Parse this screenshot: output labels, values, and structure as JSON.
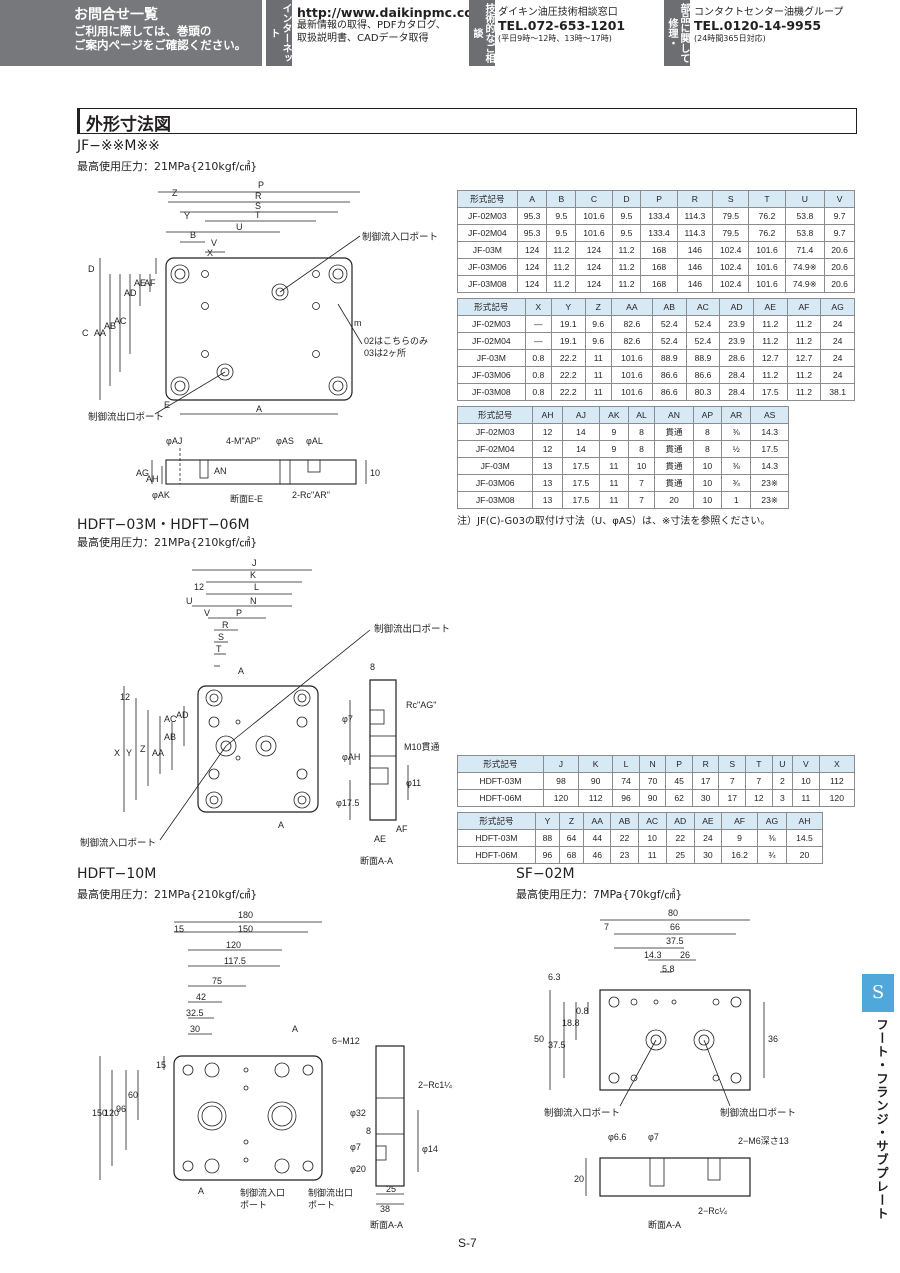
{
  "header": {
    "title": "お問合せ一覧",
    "subtitle1": "ご利用に際しては、巻頭の",
    "subtitle2": "ご案内ページをご確認ください。",
    "internet_tag": "インターネット",
    "url": "http://www.daikinpmc.com",
    "url_desc1": "最新情報の取得、PDFカタログ、",
    "url_desc2": "取扱説明書、CADデータ取得",
    "tech_tag": "技術的なご相談",
    "tech_name": "ダイキン油圧技術相談窓口",
    "tech_tel": "TEL.072-653-1201",
    "tech_hours": "(平日9時〜12時、13時〜17時)",
    "parts_tag": "部品に関して修理・",
    "parts_name": "コンタクトセンター油機グループ",
    "parts_tel": "TEL.0120-14-9955",
    "parts_hours": "(24時間365日対応)"
  },
  "section_title": "外形寸法図",
  "jf": {
    "model": "JF−※※M※※",
    "pressure": "最高使用圧力：21MPa{210kgf/㎠}",
    "labels": {
      "inlet": "制御流入口ポート",
      "outlet": "制御流出口ポート",
      "note1": "02はこちらのみ",
      "note2": "03は2ヶ所",
      "section": "断面E-E",
      "tap": "4-M\"AP\"",
      "rc": "2-Rc\"AR\"",
      "dim_p": "P",
      "dim_r": "R",
      "dim_s": "S",
      "dim_t": "T",
      "dim_z": "Z",
      "dim_y": "Y",
      "dim_u": "U",
      "dim_b": "B",
      "dim_v": "V",
      "dim_x": "X",
      "dim_d": "D",
      "dim_c": "C",
      "dim_aa": "AA",
      "dim_ab": "AB",
      "dim_ac": "AC",
      "dim_ad": "AD",
      "dim_ae": "AE",
      "dim_af": "AF",
      "dim_a": "A",
      "dim_e": "E",
      "dim_m": "m",
      "phi_aj": "φAJ",
      "phi_as": "φAS",
      "phi_al": "φAL",
      "phi_ak": "φAK",
      "dim_ag": "AG",
      "dim_ah": "AH",
      "dim_an": "AN",
      "dim_10": "10"
    },
    "table1": {
      "head": [
        "形式記号",
        "A",
        "B",
        "C",
        "D",
        "P",
        "R",
        "S",
        "T",
        "U",
        "V"
      ],
      "rows": [
        [
          "JF-02M03",
          "95.3",
          "9.5",
          "101.6",
          "9.5",
          "133.4",
          "114.3",
          "79.5",
          "76.2",
          "53.8",
          "9.7"
        ],
        [
          "JF-02M04",
          "95.3",
          "9.5",
          "101.6",
          "9.5",
          "133.4",
          "114.3",
          "79.5",
          "76.2",
          "53.8",
          "9.7"
        ],
        [
          "JF-03M",
          "124",
          "11.2",
          "124",
          "11.2",
          "168",
          "146",
          "102.4",
          "101.6",
          "71.4",
          "20.6"
        ],
        [
          "JF-03M06",
          "124",
          "11.2",
          "124",
          "11.2",
          "168",
          "146",
          "102.4",
          "101.6",
          "74.9※",
          "20.6"
        ],
        [
          "JF-03M08",
          "124",
          "11.2",
          "124",
          "11.2",
          "168",
          "146",
          "102.4",
          "101.6",
          "74.9※",
          "20.6"
        ]
      ]
    },
    "table2": {
      "head": [
        "形式記号",
        "X",
        "Y",
        "Z",
        "AA",
        "AB",
        "AC",
        "AD",
        "AE",
        "AF",
        "AG"
      ],
      "rows": [
        [
          "JF-02M03",
          "—",
          "19.1",
          "9.6",
          "82.6",
          "52.4",
          "52.4",
          "23.9",
          "11.2",
          "11.2",
          "24"
        ],
        [
          "JF-02M04",
          "—",
          "19.1",
          "9.6",
          "82.6",
          "52.4",
          "52.4",
          "23.9",
          "11.2",
          "11.2",
          "24"
        ],
        [
          "JF-03M",
          "0.8",
          "22.2",
          "11",
          "101.6",
          "88.9",
          "88.9",
          "28.6",
          "12.7",
          "12.7",
          "24"
        ],
        [
          "JF-03M06",
          "0.8",
          "22.2",
          "11",
          "101.6",
          "86.6",
          "86.6",
          "28.4",
          "11.2",
          "11.2",
          "24"
        ],
        [
          "JF-03M08",
          "0.8",
          "22.2",
          "11",
          "101.6",
          "86.6",
          "80.3",
          "28.4",
          "17.5",
          "11.2",
          "38.1"
        ]
      ]
    },
    "table3": {
      "head": [
        "形式記号",
        "AH",
        "AJ",
        "AK",
        "AL",
        "AN",
        "AP",
        "AR",
        "AS"
      ],
      "rows": [
        [
          "JF-02M03",
          "12",
          "14",
          "9",
          "8",
          "貫通",
          "8",
          "⅜",
          "14.3"
        ],
        [
          "JF-02M04",
          "12",
          "14",
          "9",
          "8",
          "貫通",
          "8",
          "½",
          "17.5"
        ],
        [
          "JF-03M",
          "13",
          "17.5",
          "11",
          "10",
          "貫通",
          "10",
          "⅜",
          "14.3"
        ],
        [
          "JF-03M06",
          "13",
          "17.5",
          "11",
          "7",
          "貫通",
          "10",
          "¾",
          "23※"
        ],
        [
          "JF-03M08",
          "13",
          "17.5",
          "11",
          "7",
          "20",
          "10",
          "1",
          "23※"
        ]
      ]
    },
    "note": "注）JF(C)-G03の取付け寸法（U、φAS）は、※寸法を参照ください。"
  },
  "hdft": {
    "model": "HDFT−03M・HDFT−06M",
    "pressure": "最高使用圧力：21MPa{210kgf/㎠}",
    "labels": {
      "outlet": "制御流出口ポート",
      "inlet": "制御流入口ポート",
      "rc": "Rc\"AG\"",
      "m10": "M10貫通",
      "section": "断面A-A",
      "dim_j": "J",
      "dim_k": "K",
      "dim_l": "L",
      "dim_n": "N",
      "dim_u": "U",
      "dim_12": "12",
      "dim_v": "V",
      "dim_p": "P",
      "dim_r": "R",
      "dim_s": "S",
      "dim_t": "T",
      "dim_a": "A",
      "dim_x": "X",
      "dim_y": "Y",
      "dim_z": "Z",
      "dim_aa": "AA",
      "dim_ab": "AB",
      "dim_ac": "AC",
      "dim_ad": "AD",
      "dim_8": "8",
      "phi_7": "φ7",
      "phi_ah": "φAH",
      "phi_11": "φ11",
      "phi_175": "φ17.5",
      "dim_ae": "AE",
      "dim_af": "AF",
      "dim_12v": "12"
    },
    "table1": {
      "head": [
        "形式記号",
        "J",
        "K",
        "L",
        "N",
        "P",
        "R",
        "S",
        "T",
        "U",
        "V",
        "X"
      ],
      "rows": [
        [
          "HDFT-03M",
          "98",
          "90",
          "74",
          "70",
          "45",
          "17",
          "7",
          "7",
          "2",
          "10",
          "112"
        ],
        [
          "HDFT-06M",
          "120",
          "112",
          "96",
          "90",
          "62",
          "30",
          "17",
          "12",
          "3",
          "11",
          "120"
        ]
      ]
    },
    "table2": {
      "head": [
        "形式記号",
        "Y",
        "Z",
        "AA",
        "AB",
        "AC",
        "AD",
        "AE",
        "AF",
        "AG",
        "AH"
      ],
      "rows": [
        [
          "HDFT-03M",
          "88",
          "64",
          "44",
          "22",
          "10",
          "22",
          "24",
          "9",
          "⅜",
          "14.5"
        ],
        [
          "HDFT-06M",
          "96",
          "68",
          "46",
          "23",
          "11",
          "25",
          "30",
          "16.2",
          "¾",
          "20"
        ]
      ]
    }
  },
  "hdft10": {
    "model": "HDFT−10M",
    "pressure": "最高使用圧力：21MPa{210kgf/㎠}",
    "labels": {
      "d180": "180",
      "d15": "15",
      "d150": "150",
      "d120": "120",
      "d1175": "117.5",
      "d75": "75",
      "d42": "42",
      "d325": "32.5",
      "d30": "30",
      "a": "A",
      "v15": "15",
      "v60": "60",
      "v96": "96",
      "v120": "120",
      "v150": "150",
      "m12": "6−M12",
      "rc": "2−Rc1¼",
      "phi32": "φ32",
      "d8": "8",
      "phi7": "φ7",
      "phi20": "φ20",
      "phi14": "φ14",
      "d25": "25",
      "d38": "38",
      "inlet1": "制御流入口",
      "inlet2": "ポート",
      "outlet1": "制御流出口",
      "outlet2": "ポート",
      "section": "断面A-A"
    }
  },
  "sf": {
    "model": "SF−02M",
    "pressure": "最高使用圧力：7MPa{70kgf/㎠}",
    "labels": {
      "d80": "80",
      "d7": "7",
      "d66": "66",
      "d375": "37.5",
      "d143": "14.3",
      "d26": "26",
      "d58": "5.8",
      "v63": "6.3",
      "v50": "50",
      "v375": "37.5",
      "v188": "18.8",
      "v08": "0.8",
      "v36": "36",
      "inlet": "制御流入口ポート",
      "outlet": "制御流出口ポート",
      "phi66": "φ6.6",
      "phi7": "φ7",
      "m6": "2−M6深さ13",
      "d20": "20",
      "rc": "2−Rc¼",
      "section": "断面A-A"
    }
  },
  "side_tab": "S",
  "side_text": "フート・フランジ・サブプレート",
  "page_number": "S-7",
  "colors": {
    "header_gray": "#77787b",
    "table_head": "#d7e9f5",
    "tab_blue": "#4fa8d9"
  }
}
